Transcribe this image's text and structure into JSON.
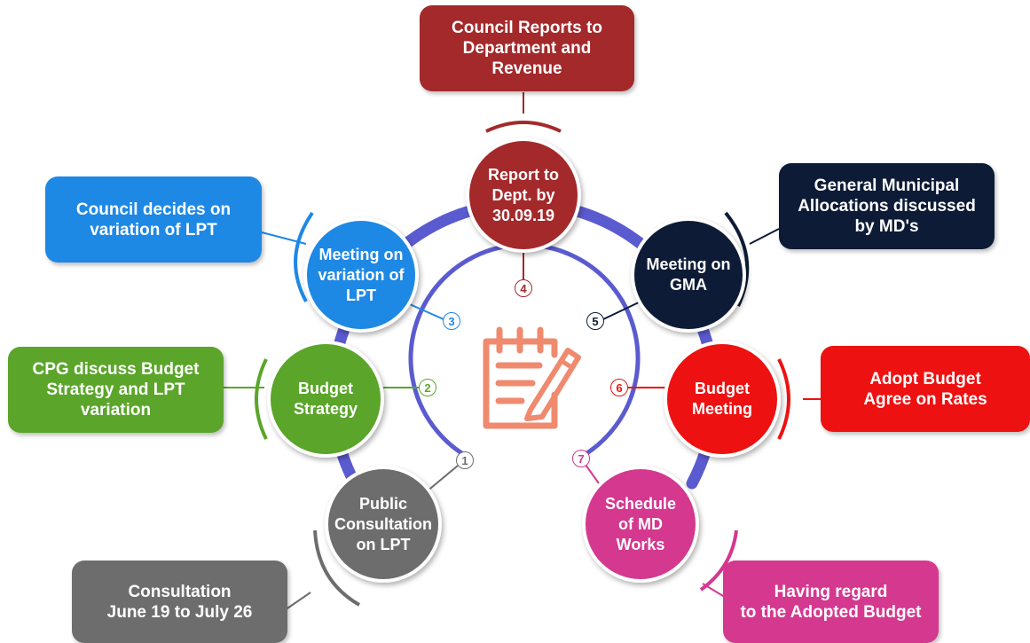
{
  "colors": {
    "ring": "#5b5bd0",
    "darkred": "#a3292b",
    "blue": "#1e88e5",
    "navy": "#0d1b36",
    "green": "#5aa52a",
    "red": "#ee1111",
    "gray": "#6d6d6d",
    "magenta": "#d4388f",
    "icon": "#ef8a6f"
  },
  "icon": "notepad-pencil-icon",
  "steps": [
    {
      "number": "1",
      "circle": "Public\nConsultation\non LPT",
      "box": "Consultation\nJune 19 to July 26"
    },
    {
      "number": "2",
      "circle": "Budget\nStrategy",
      "box": "CPG discuss Budget\nStrategy and LPT\nvariation"
    },
    {
      "number": "3",
      "circle": "Meeting on\nvariation of\nLPT",
      "box": "Council decides on\nvariation of LPT"
    },
    {
      "number": "4",
      "circle": "Report to\nDept. by\n30.09.19",
      "box": "Council Reports to\nDepartment and\nRevenue"
    },
    {
      "number": "5",
      "circle": "Meeting on\nGMA",
      "box": "General Municipal\nAllocations discussed\nby MD's"
    },
    {
      "number": "6",
      "circle": "Budget\nMeeting",
      "box": "Adopt Budget\nAgree on Rates"
    },
    {
      "number": "7",
      "circle": "Schedule\nof MD\nWorks",
      "box": "Having regard\nto the Adopted Budget"
    }
  ]
}
